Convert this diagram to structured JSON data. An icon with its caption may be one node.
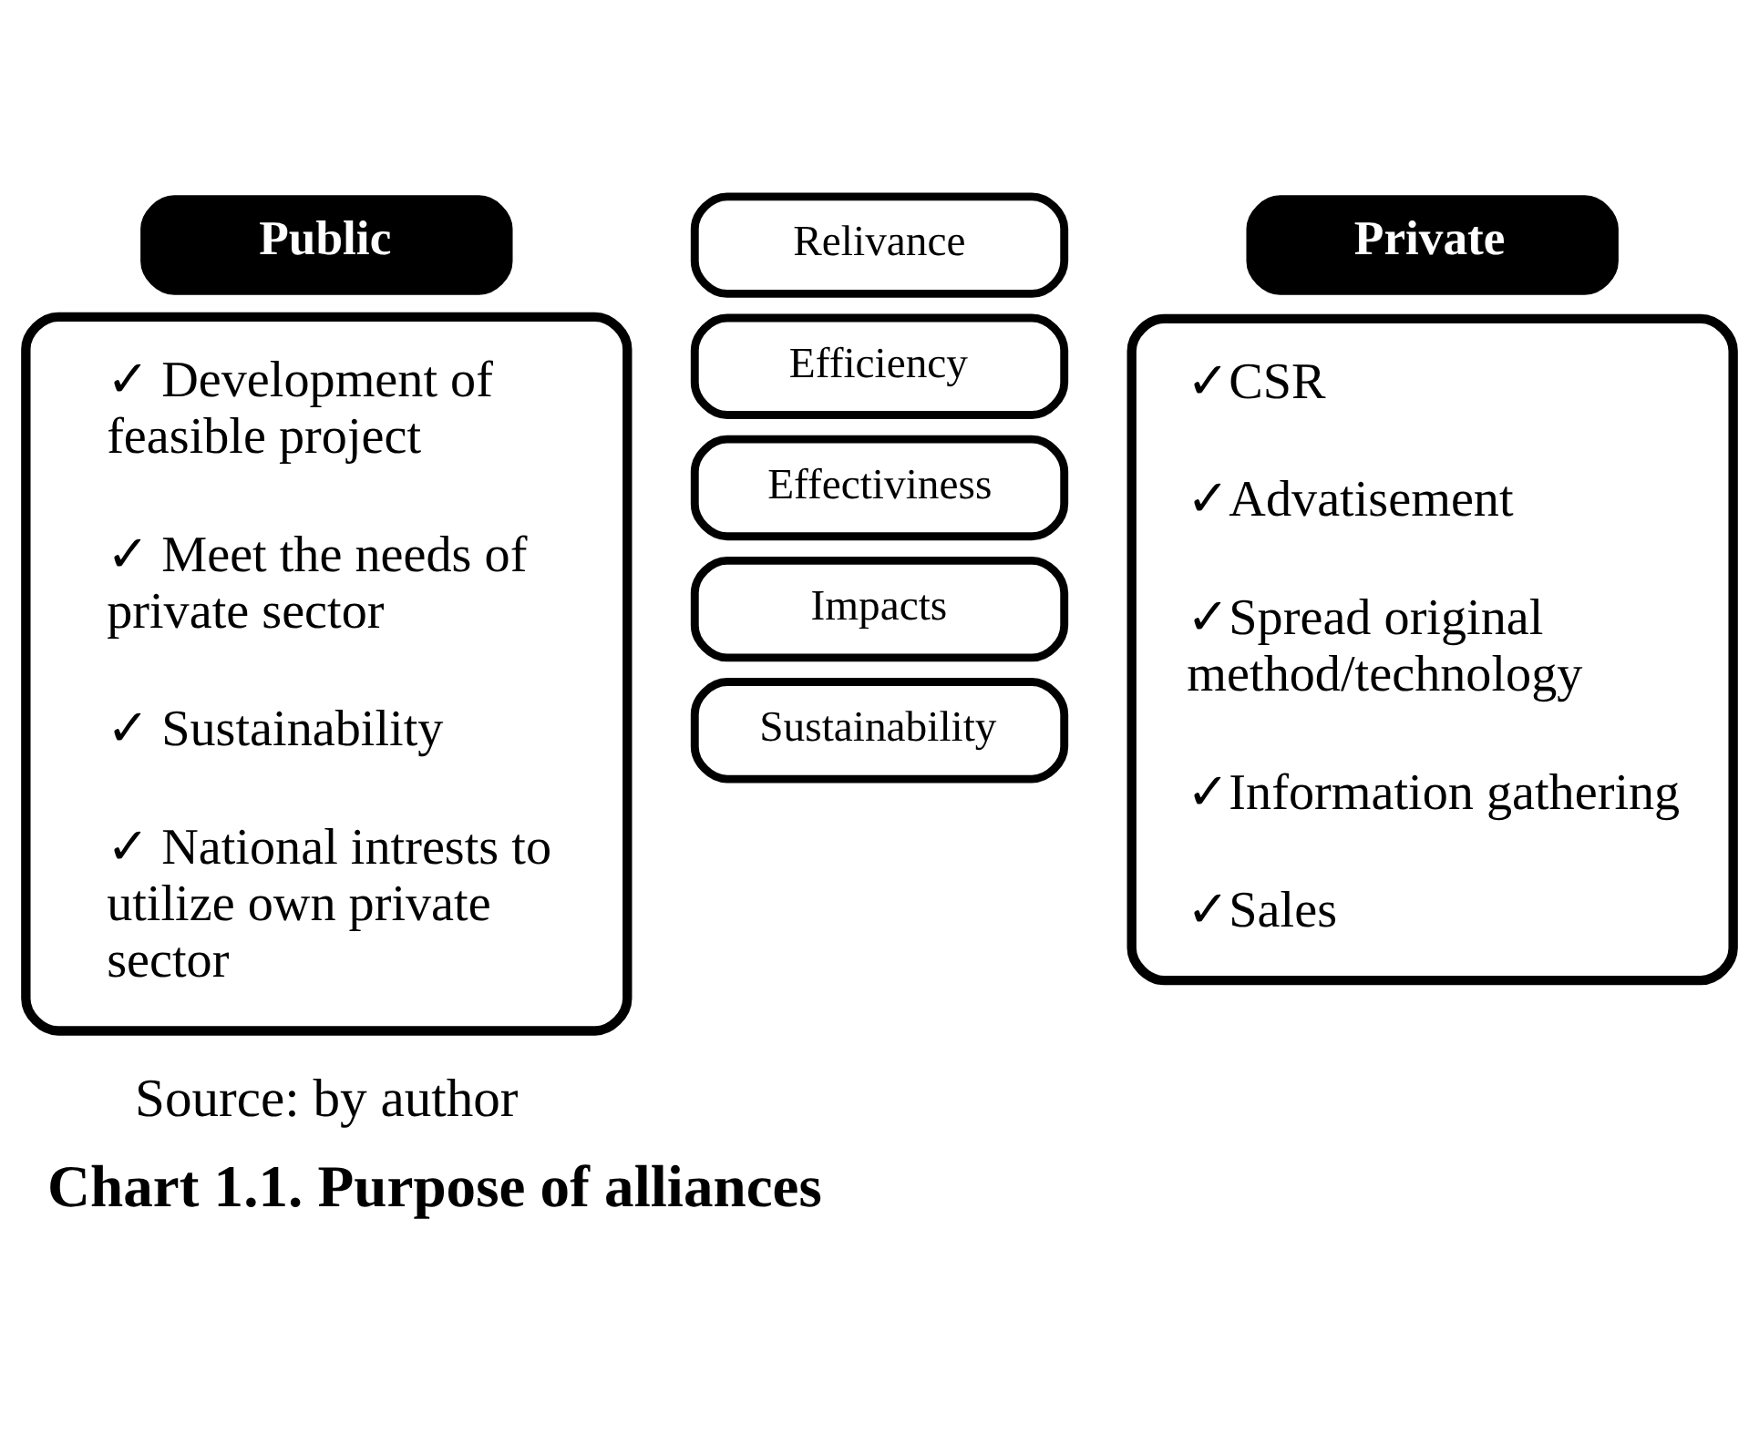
{
  "diagram": {
    "caption": "Chart 1.1. Purpose of alliances",
    "nodes": [
      {
        "text": [
          "Public"
        ]
      },
      {
        "text": [
          "Private"
        ]
      },
      {
        "text": [
          "✓ Development of feasible project",
          "✓ Meet the needs of private sector",
          "✓ Sustainability",
          "✓ National intrests to utilize own private sector"
        ]
      },
      {
        "text": [
          "Relivance"
        ]
      },
      {
        "text": [
          "Efficiency"
        ]
      },
      {
        "text": [
          "Effectiviness"
        ]
      },
      {
        "text": [
          "Impacts"
        ]
      },
      {
        "text": [
          "Sustainability"
        ]
      },
      {
        "text": [
          "✓CSR",
          "✓Advatisement",
          "✓Spread original method/technology",
          "✓Information gathering",
          "✓Sales"
        ]
      }
    ],
    "labels": [
      "Source: by author"
    ]
  }
}
